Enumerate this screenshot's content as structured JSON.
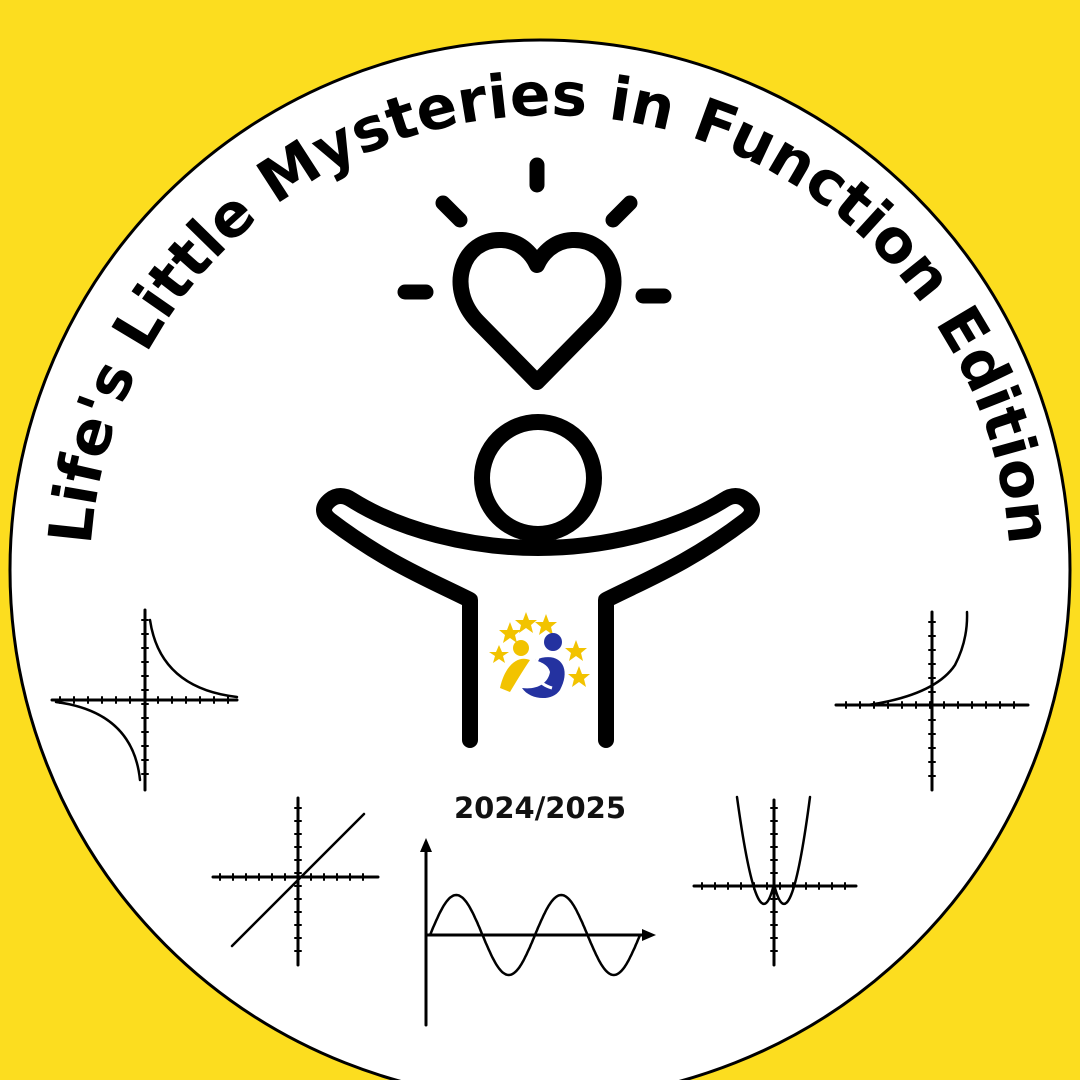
{
  "title": "Life's Little Mysteries in Function Edition",
  "year": "2024/2025",
  "colors": {
    "background": "#FCDD1F",
    "badge": "#FFFFFF",
    "ink": "#000000",
    "logo_yellow": "#F2C300",
    "logo_blue": "#2432A0"
  },
  "icons": [
    "heart-icon",
    "light-rays-icon",
    "person-arms-up-icon",
    "etwinning-logo",
    "reciprocal-function-graph",
    "exponential-function-graph",
    "linear-function-graph",
    "sine-function-graph",
    "parabola-function-graph"
  ]
}
